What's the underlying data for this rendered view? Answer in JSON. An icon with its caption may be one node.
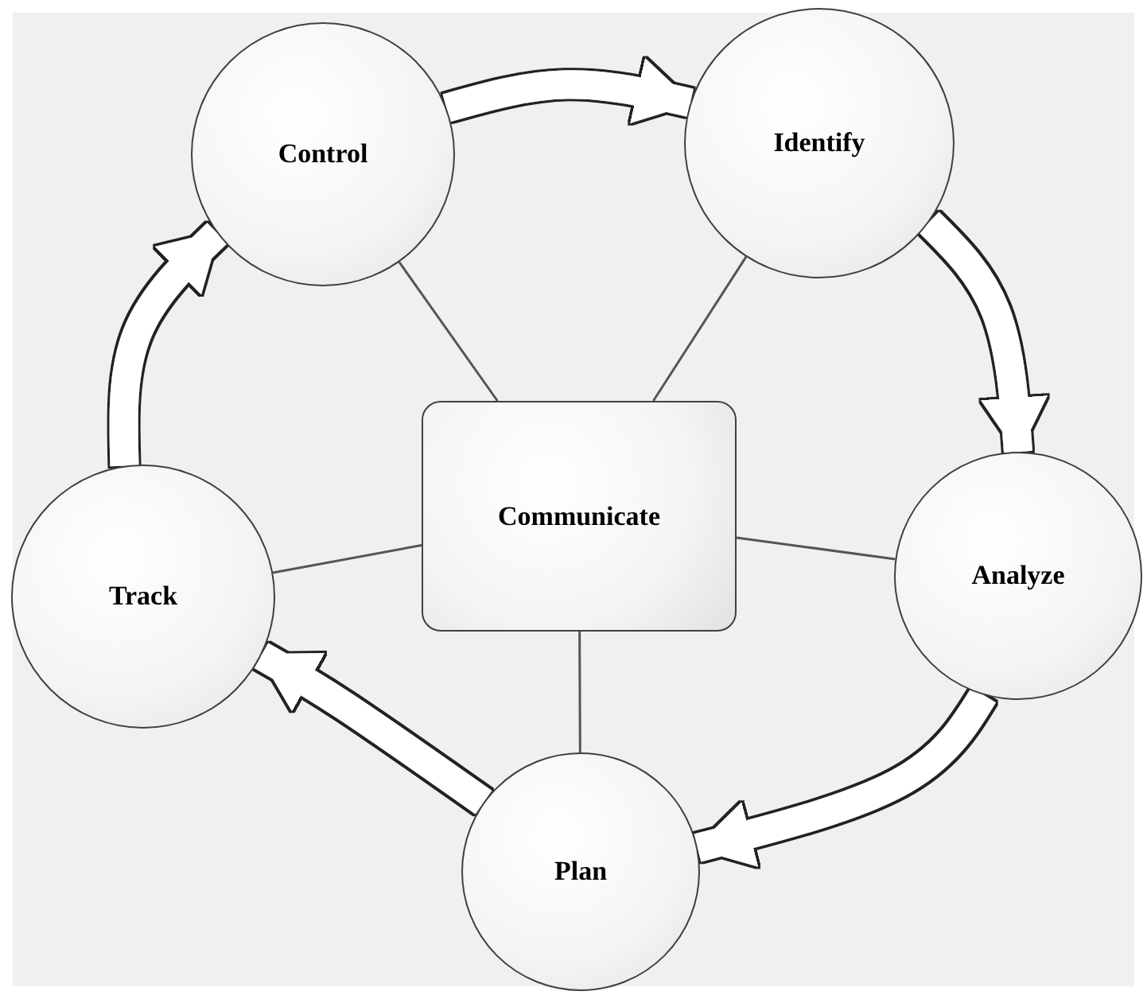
{
  "diagram": {
    "nodes": [
      {
        "text": [
          "Control"
        ]
      },
      {
        "text": [
          "Identify"
        ]
      },
      {
        "text": [
          "Communicate"
        ]
      },
      {
        "text": [
          "Track"
        ]
      },
      {
        "text": [
          "Analyze"
        ]
      },
      {
        "text": [
          "Plan"
        ]
      }
    ],
    "edges": [
      {
        "from": 2,
        "to": 0,
        "arrow": "none"
      },
      {
        "from": 2,
        "to": 1,
        "arrow": "none"
      },
      {
        "from": 2,
        "to": 3,
        "arrow": "none"
      },
      {
        "from": 2,
        "to": 4,
        "arrow": "none"
      },
      {
        "from": 2,
        "to": 5,
        "arrow": "none"
      },
      {
        "from": 0,
        "to": 1,
        "arrow": "to",
        "style": "thick",
        "color": "#ffffff"
      },
      {
        "from": 1,
        "to": 4,
        "arrow": "to",
        "style": "thick",
        "color": "#ffffff"
      },
      {
        "from": 4,
        "to": 5,
        "arrow": "to",
        "style": "thick",
        "color": "#ffffff"
      },
      {
        "from": 5,
        "to": 3,
        "arrow": "to",
        "style": "thick",
        "color": "#ffffff"
      },
      {
        "from": 3,
        "to": 0,
        "arrow": "to",
        "style": "thick",
        "color": "#ffffff"
      }
    ]
  }
}
